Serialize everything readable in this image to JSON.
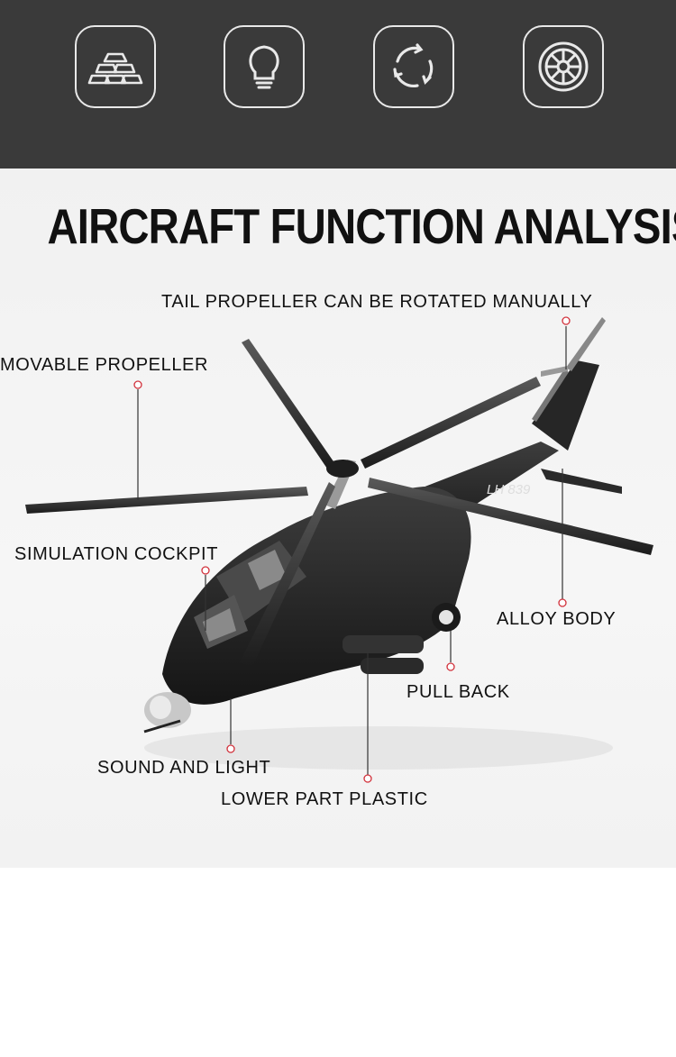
{
  "header": {
    "icons": [
      {
        "name": "gold-bars-icon"
      },
      {
        "name": "lightbulb-icon"
      },
      {
        "name": "rotate-icon"
      },
      {
        "name": "wheel-icon"
      }
    ],
    "icon_color": "#e9e9e9",
    "background": "#3a3a3a"
  },
  "main": {
    "title": "AIRCRAFT FUNCTION ANALYSIS",
    "callouts": {
      "tail": "TAIL PROPELLER CAN BE ROTATED MANUALLY",
      "propeller": "MOVABLE PROPELLER",
      "cockpit": "SIMULATION COCKPIT",
      "alloy": "ALLOY BODY",
      "pullback": "PULL BACK",
      "sound": "SOUND AND LIGHT",
      "plastic": "LOWER PART PLASTIC"
    },
    "tail_number": "LH 839",
    "accent_color": "#d2323c"
  }
}
